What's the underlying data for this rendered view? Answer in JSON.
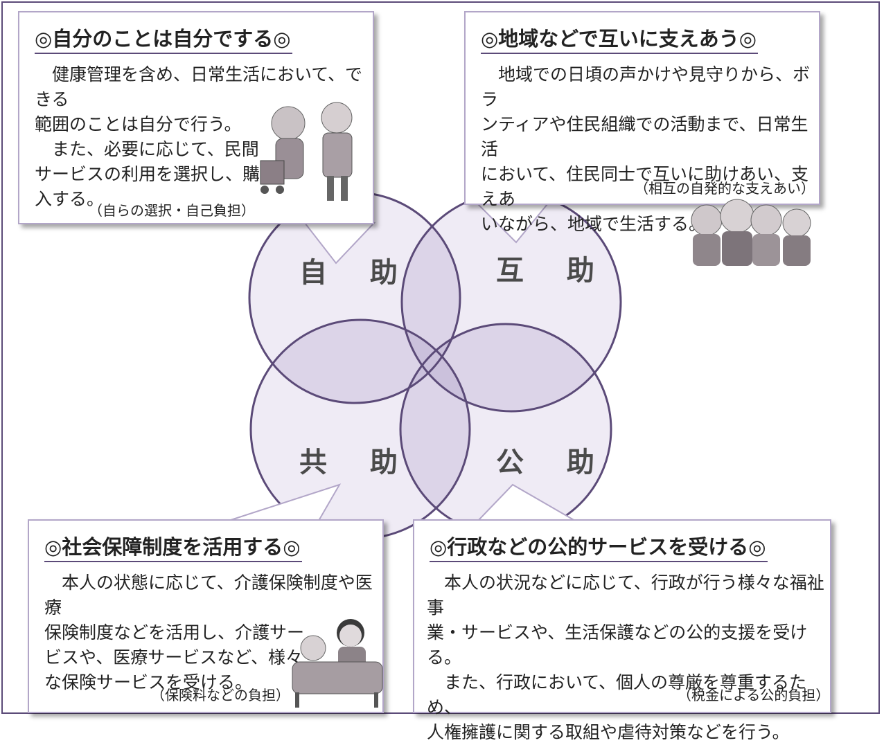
{
  "circles": {
    "self": "自 助",
    "mutual": "互 助",
    "cooperative": "共 助",
    "public": "公 助"
  },
  "boxes": {
    "self": {
      "title": "◎自分のことは自分でする◎",
      "lines": [
        "　健康管理を含め、日常生活において、できる",
        "範囲のことは自分で行う。",
        "　また、必要に応じて、民間",
        "サービスの利用を選択し、購",
        "入する。"
      ],
      "note": "（自らの選択・自己負担）",
      "illustration": "elderly-couple-walker-illustration"
    },
    "mutual": {
      "title": "◎地域などで互いに支えあう◎",
      "lines": [
        "　地域での日頃の声かけや見守りから、ボラ",
        "ンティアや住民組織での活動まで、日常生活",
        "において、住民同士で互いに助けあい、支えあ",
        "いながら、地域で生活する。"
      ],
      "note": "（相互の自発的な支えあい）",
      "illustration": "elderly-group-illustration"
    },
    "cooperative": {
      "title": "◎社会保障制度を活用する◎",
      "lines": [
        "　本人の状態に応じて、介護保険制度や医療",
        "保険制度などを活用し、介護サー",
        "ビスや、医療サービスなど、様々",
        "な保険サービスを受ける。"
      ],
      "note": "（保険料などの負担）",
      "illustration": "caregiver-bed-illustration"
    },
    "public": {
      "title": "◎行政などの公的サービスを受ける◎",
      "lines": [
        "　本人の状況などに応じて、行政が行う様々な福祉事",
        "業・サービスや、生活保護などの公的支援を受ける。",
        "　また、行政において、個人の尊厳を尊重するため、",
        "人権擁護に関する取組や虐待対策などを行う。"
      ],
      "note": "（税金による公的負担）"
    }
  },
  "colors": {
    "frame": "#5b4a78",
    "circle_stroke": "#5b4a78",
    "circle_fill": "#efebf5",
    "overlap2": "#d8d0e5",
    "overlap3": "#c8bfd9"
  }
}
